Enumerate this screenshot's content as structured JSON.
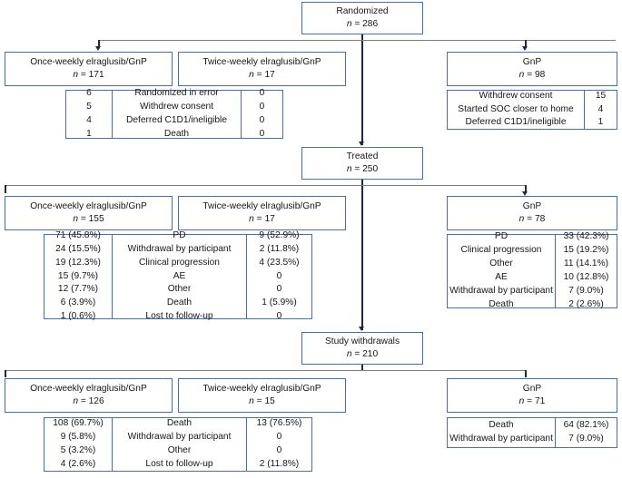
{
  "diagram": {
    "title": "Patient disposition flow diagram",
    "accent_border_color": "#4a6fa8",
    "connector_color": "#1c2b3d",
    "connector_color_horizontal": "#7d7d7d"
  },
  "nodes": {
    "randomized": {
      "label": "Randomized",
      "n_prefix": "n",
      "n_value": "286"
    },
    "treated": {
      "label": "Treated",
      "n_prefix": "n",
      "n_value": "250"
    },
    "withdrawals": {
      "label": "Study withdrawals",
      "n_prefix": "n",
      "n_value": "210"
    }
  },
  "stage1": {
    "groups": [
      {
        "label": "Once-weekly elraglusib/GnP",
        "n_prefix": "n",
        "n_value": "171"
      },
      {
        "label": "Twice-weekly elraglusib/GnP",
        "n_prefix": "n",
        "n_value": "17"
      },
      {
        "label": "GnP",
        "n_prefix": "n",
        "n_value": "98"
      }
    ],
    "left_table": {
      "columns": [
        "once_weekly",
        "reason",
        "twice_weekly"
      ],
      "rows": [
        {
          "left": "6",
          "reason": "Randomized in error",
          "right": "0"
        },
        {
          "left": "5",
          "reason": "Withdrew consent",
          "right": "0"
        },
        {
          "left": "4",
          "reason": "Deferred C1D1/ineligible",
          "right": "0"
        },
        {
          "left": "1",
          "reason": "Death",
          "right": "0"
        }
      ]
    },
    "right_table": {
      "rows": [
        {
          "reason": "Withdrew consent",
          "value": "15"
        },
        {
          "reason": "Started SOC closer to home",
          "value": "4"
        },
        {
          "reason": "Deferred C1D1/ineligible",
          "value": "1"
        }
      ]
    }
  },
  "stage2": {
    "groups": [
      {
        "label": "Once-weekly elraglusib/GnP",
        "n_prefix": "n",
        "n_value": "155"
      },
      {
        "label": "Twice-weekly elraglusib/GnP",
        "n_prefix": "n",
        "n_value": "17"
      },
      {
        "label": "GnP",
        "n_prefix": "n",
        "n_value": "78"
      }
    ],
    "left_table": {
      "rows": [
        {
          "left": "71 (45.8%)",
          "reason": "PD",
          "right": "9 (52.9%)"
        },
        {
          "left": "24 (15.5%)",
          "reason": "Withdrawal by participant",
          "right": "2 (11.8%)"
        },
        {
          "left": "19 (12.3%)",
          "reason": "Clinical progression",
          "right": "4 (23.5%)"
        },
        {
          "left": "15 (9.7%)",
          "reason": "AE",
          "right": "0"
        },
        {
          "left": "12 (7.7%)",
          "reason": "Other",
          "right": "0"
        },
        {
          "left": "6 (3.9%)",
          "reason": "Death",
          "right": "1 (5.9%)"
        },
        {
          "left": "1 (0.6%)",
          "reason": "Lost to follow-up",
          "right": "0"
        }
      ]
    },
    "right_table": {
      "rows": [
        {
          "reason": "PD",
          "value": "33 (42.3%)"
        },
        {
          "reason": "Clinical progression",
          "value": "15 (19.2%)"
        },
        {
          "reason": "Other",
          "value": "11 (14.1%)"
        },
        {
          "reason": "AE",
          "value": "10 (12.8%)"
        },
        {
          "reason": "Withdrawal by participant",
          "value": "7 (9.0%)"
        },
        {
          "reason": "Death",
          "value": "2 (2.6%)"
        }
      ]
    }
  },
  "stage3": {
    "groups": [
      {
        "label": "Once-weekly elraglusib/GnP",
        "n_prefix": "n",
        "n_value": "126"
      },
      {
        "label": "Twice-weekly elraglusib/GnP",
        "n_prefix": "n",
        "n_value": "15"
      },
      {
        "label": "GnP",
        "n_prefix": "n",
        "n_value": "71"
      }
    ],
    "left_table": {
      "rows": [
        {
          "left": "108 (69.7%)",
          "reason": "Death",
          "right": "13 (76.5%)"
        },
        {
          "left": "9 (5.8%)",
          "reason": "Withdrawal by participant",
          "right": "0"
        },
        {
          "left": "5 (3.2%)",
          "reason": "Other",
          "right": "0"
        },
        {
          "left": "4 (2.6%)",
          "reason": "Lost to follow-up",
          "right": "2 (11.8%)"
        }
      ]
    },
    "right_table": {
      "rows": [
        {
          "reason": "Death",
          "value": "64 (82.1%)"
        },
        {
          "reason": "Withdrawal by participant",
          "value": "7 (9.0%)"
        }
      ]
    }
  }
}
